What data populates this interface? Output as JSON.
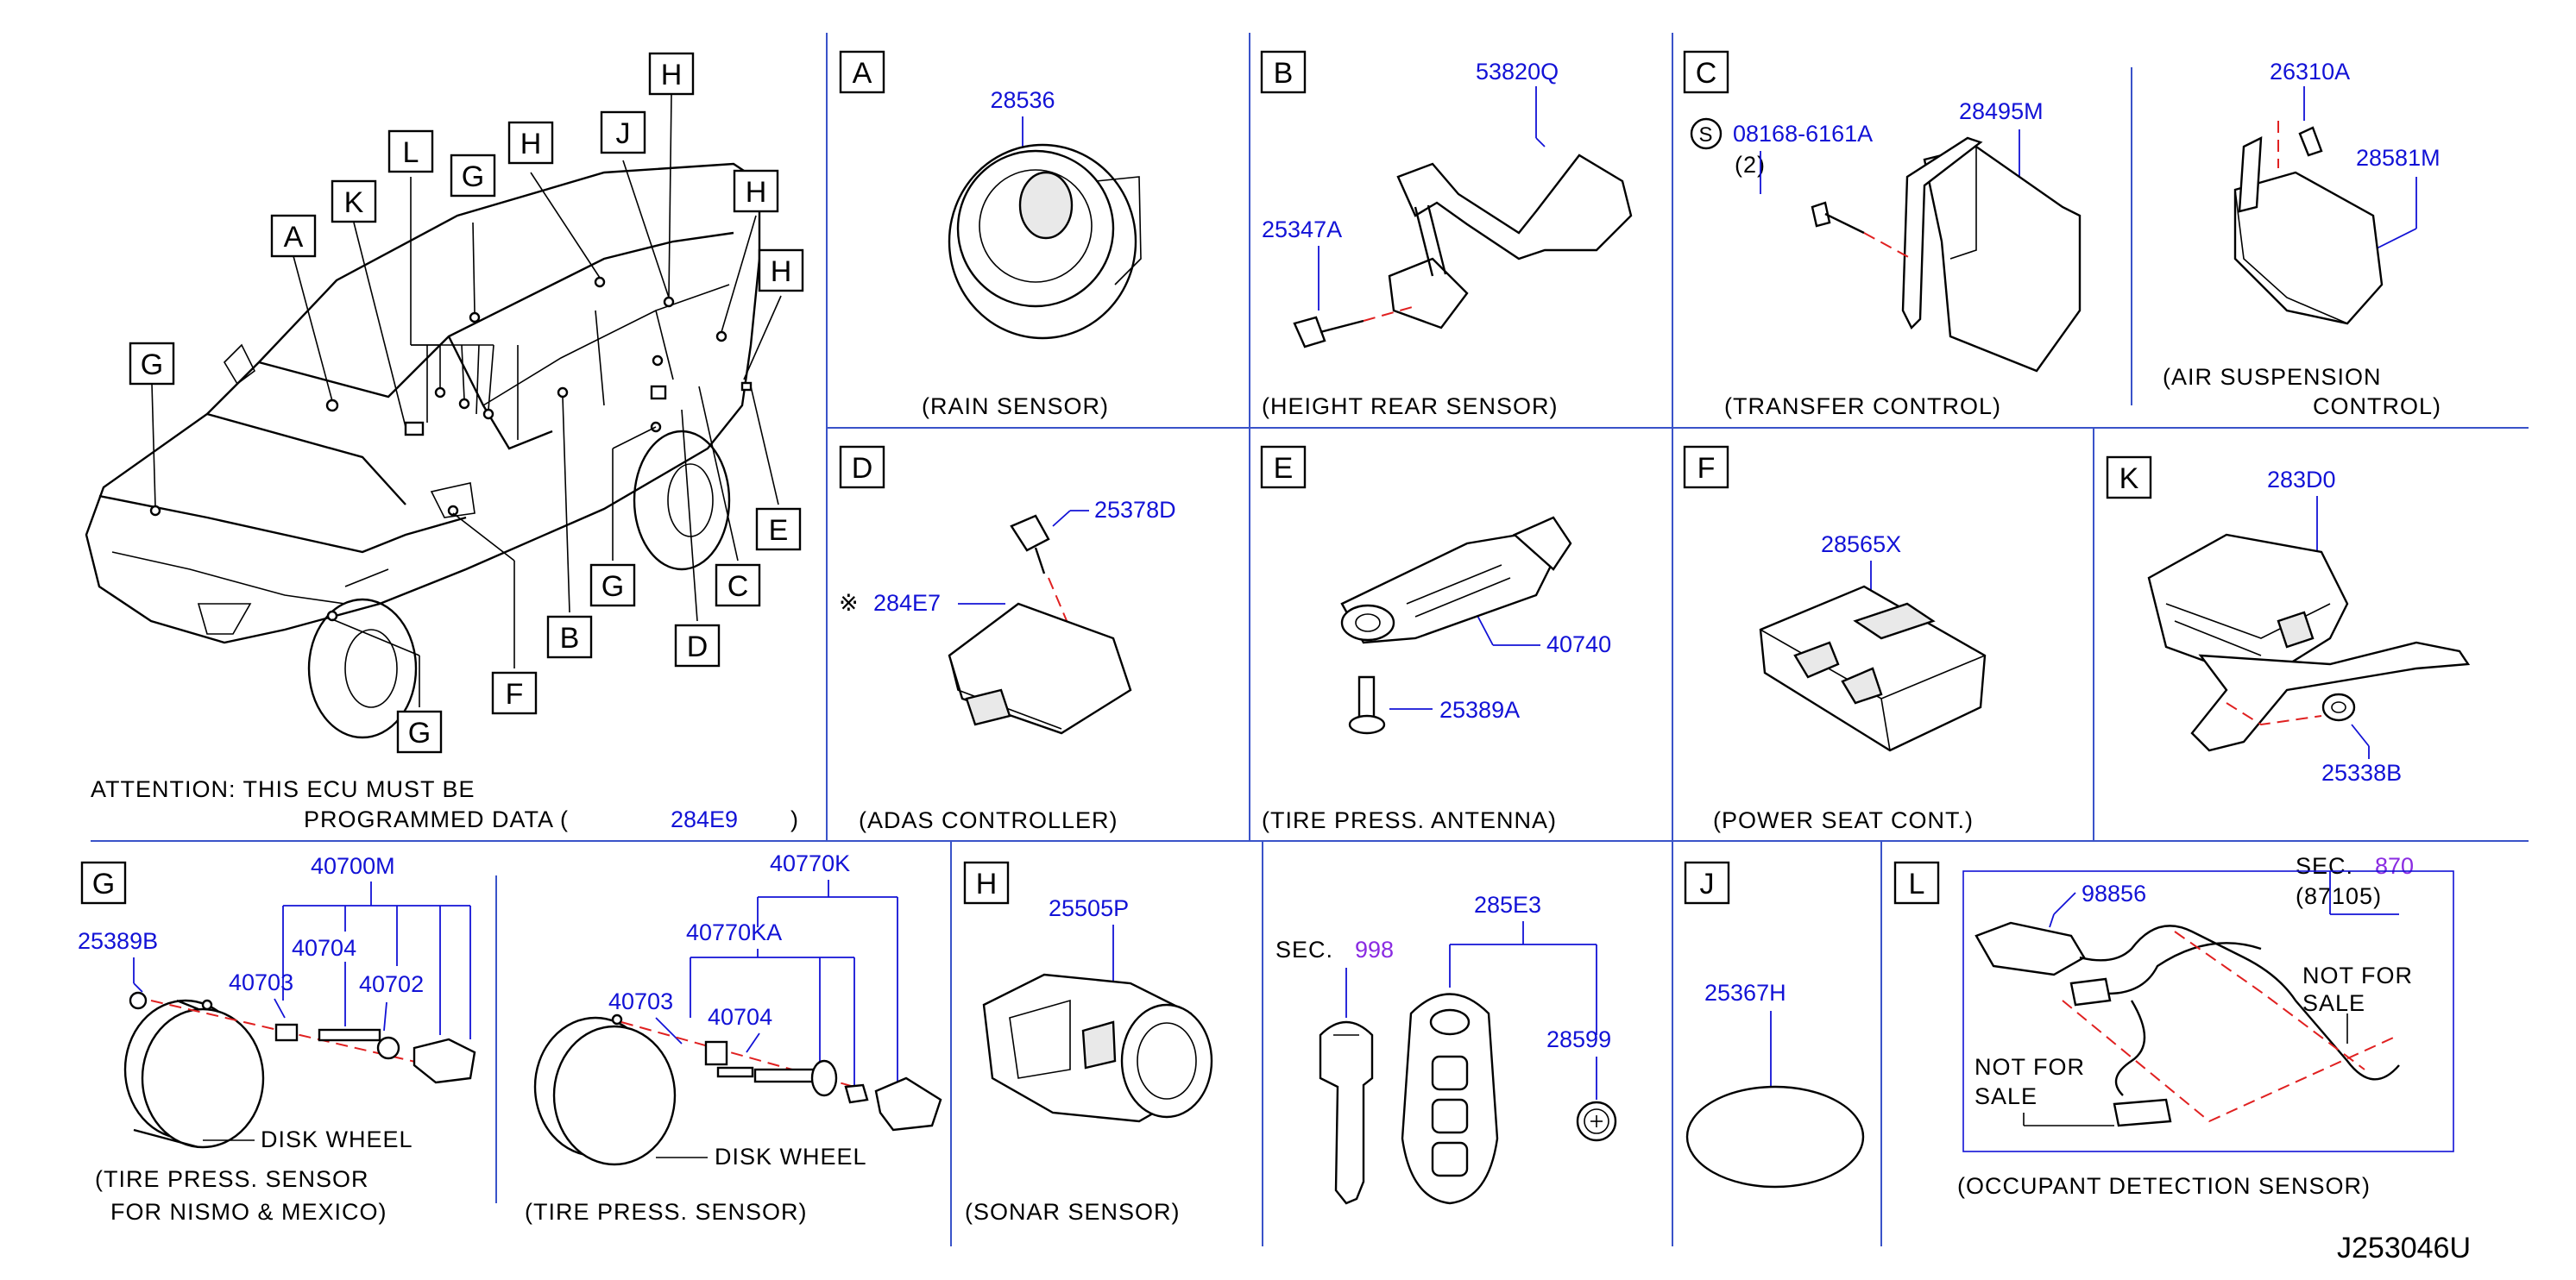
{
  "diagram_number": "J253046U",
  "overview": {
    "callouts": [
      "A",
      "K",
      "L",
      "G",
      "H",
      "J",
      "H",
      "H",
      "H",
      "E",
      "C",
      "D",
      "B",
      "G",
      "F",
      "G",
      "G"
    ],
    "attention_line1": "ATTENTION: THIS ECU MUST BE",
    "attention_line2": "PROGRAMMED DATA (",
    "attention_part": "284E9",
    "attention_close": ")"
  },
  "panels": {
    "A": {
      "letter": "A",
      "part": "28536",
      "caption": "(RAIN SENSOR)"
    },
    "B": {
      "letter": "B",
      "parts": [
        "53820Q",
        "25347A"
      ],
      "caption": "(HEIGHT REAR SENSOR)"
    },
    "C": {
      "letter": "C",
      "s_symbol": "S",
      "bolt": "08168-6161A",
      "bolt_qty": "(2)",
      "part": "28495M",
      "caption": "(TRANSFER CONTROL)"
    },
    "C2": {
      "parts": [
        "26310A",
        "28581M"
      ],
      "caption_line1": "(AIR SUSPENSION",
      "caption_line2": "CONTROL)"
    },
    "D": {
      "letter": "D",
      "parts": [
        "25378D",
        "284E7"
      ],
      "note_mark": "※",
      "caption": "(ADAS CONTROLLER)"
    },
    "E": {
      "letter": "E",
      "parts": [
        "40740",
        "25389A"
      ],
      "caption": "(TIRE PRESS. ANTENNA)"
    },
    "F": {
      "letter": "F",
      "part": "28565X",
      "caption": "(POWER SEAT CONT.)"
    },
    "K": {
      "letter": "K",
      "parts": [
        "283D0",
        "25338B"
      ]
    },
    "G": {
      "letter": "G",
      "parts": [
        "40700M",
        "25389B",
        "40704",
        "40703",
        "40702"
      ],
      "wheel": "DISK WHEEL",
      "caption_line1": "(TIRE PRESS. SENSOR",
      "caption_line2": "FOR NISMO & MEXICO)"
    },
    "G2": {
      "parts": [
        "40770K",
        "40770KA",
        "40703",
        "40704"
      ],
      "wheel": "DISK WHEEL",
      "caption": "(TIRE PRESS. SENSOR)"
    },
    "H": {
      "letter": "H",
      "part": "25505P",
      "caption": "(SONAR SENSOR)"
    },
    "H2": {
      "sec": "SEC.",
      "sec_ref": "998",
      "parts": [
        "285E3",
        "28599"
      ]
    },
    "J": {
      "letter": "J",
      "part": "25367H"
    },
    "L": {
      "letter": "L",
      "sec": "SEC.",
      "sec_ref": "870",
      "sec_sub": "(87105)",
      "part": "98856",
      "nfs1_a": "NOT FOR",
      "nfs1_b": "SALE",
      "nfs2_a": "NOT FOR",
      "nfs2_b": "SALE",
      "caption": "(OCCUPANT DETECTION SENSOR)"
    }
  }
}
